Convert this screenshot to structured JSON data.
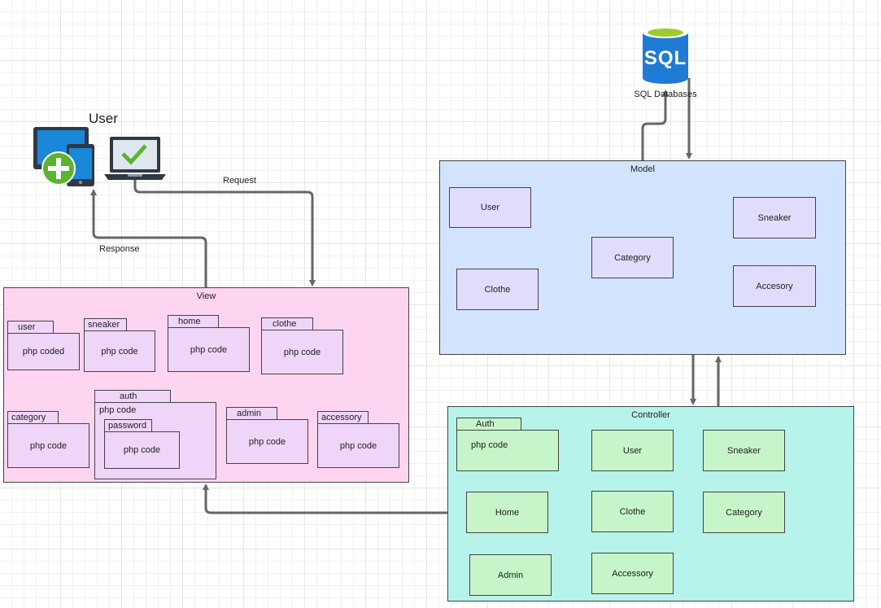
{
  "user_label": "User",
  "sql_text": "SQL",
  "sql_label": "SQL Databases",
  "request_label": "Request",
  "response_label": "Response",
  "view": {
    "title": "View",
    "folders": [
      {
        "tab": "user",
        "body": "php coded"
      },
      {
        "tab": "sneaker",
        "body": "php code"
      },
      {
        "tab": "home",
        "body": "php code"
      },
      {
        "tab": "clothe",
        "body": "php code"
      },
      {
        "tab": "category",
        "body": "php code"
      },
      {
        "tab": "auth",
        "body": "php code"
      },
      {
        "tab": "password",
        "body": "php code"
      },
      {
        "tab": "admin",
        "body": "php code"
      },
      {
        "tab": "accessory",
        "body": "php code"
      }
    ]
  },
  "model": {
    "title": "Model",
    "items": [
      "User",
      "Category",
      "Sneaker",
      "Clothe",
      "Accesory"
    ]
  },
  "controller": {
    "title": "Controller",
    "auth_tab": "Auth",
    "auth_body": "php code",
    "items": [
      "User",
      "Sneaker",
      "Home",
      "Clothe",
      "Category",
      "Admin",
      "Accessory"
    ]
  },
  "colors": {
    "view_bg": "#fdd5f1",
    "view_item": "#efd5f8",
    "model_bg": "#d2e3fd",
    "model_item": "#e0dcfb",
    "controller_bg": "#b6f3ea",
    "controller_item": "#c6f5c9",
    "connector": "#666666",
    "sql_blue": "#1f7bd4",
    "sql_top": "#9ccd2a",
    "check_green": "#5ab52e"
  }
}
